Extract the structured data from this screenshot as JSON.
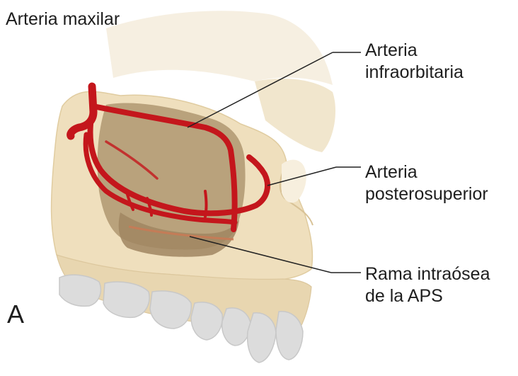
{
  "figure": {
    "panel_letter": "A",
    "labels": {
      "arteria_maxilar": "Arteria maxilar",
      "infraorbitaria": [
        "Arteria",
        "infraorbitaria"
      ],
      "posterosuperior": [
        "Arteria",
        "posterosuperior"
      ],
      "rama_intraosea": [
        "Rama intraósea",
        "de la APS"
      ]
    }
  },
  "colors": {
    "artery": "#c4161c",
    "bone": "#efdfbd",
    "bone_shadow": "#e3cfa6",
    "sinus": "#b29a73",
    "teeth": "#dcdcdc",
    "leader": "#222222"
  }
}
